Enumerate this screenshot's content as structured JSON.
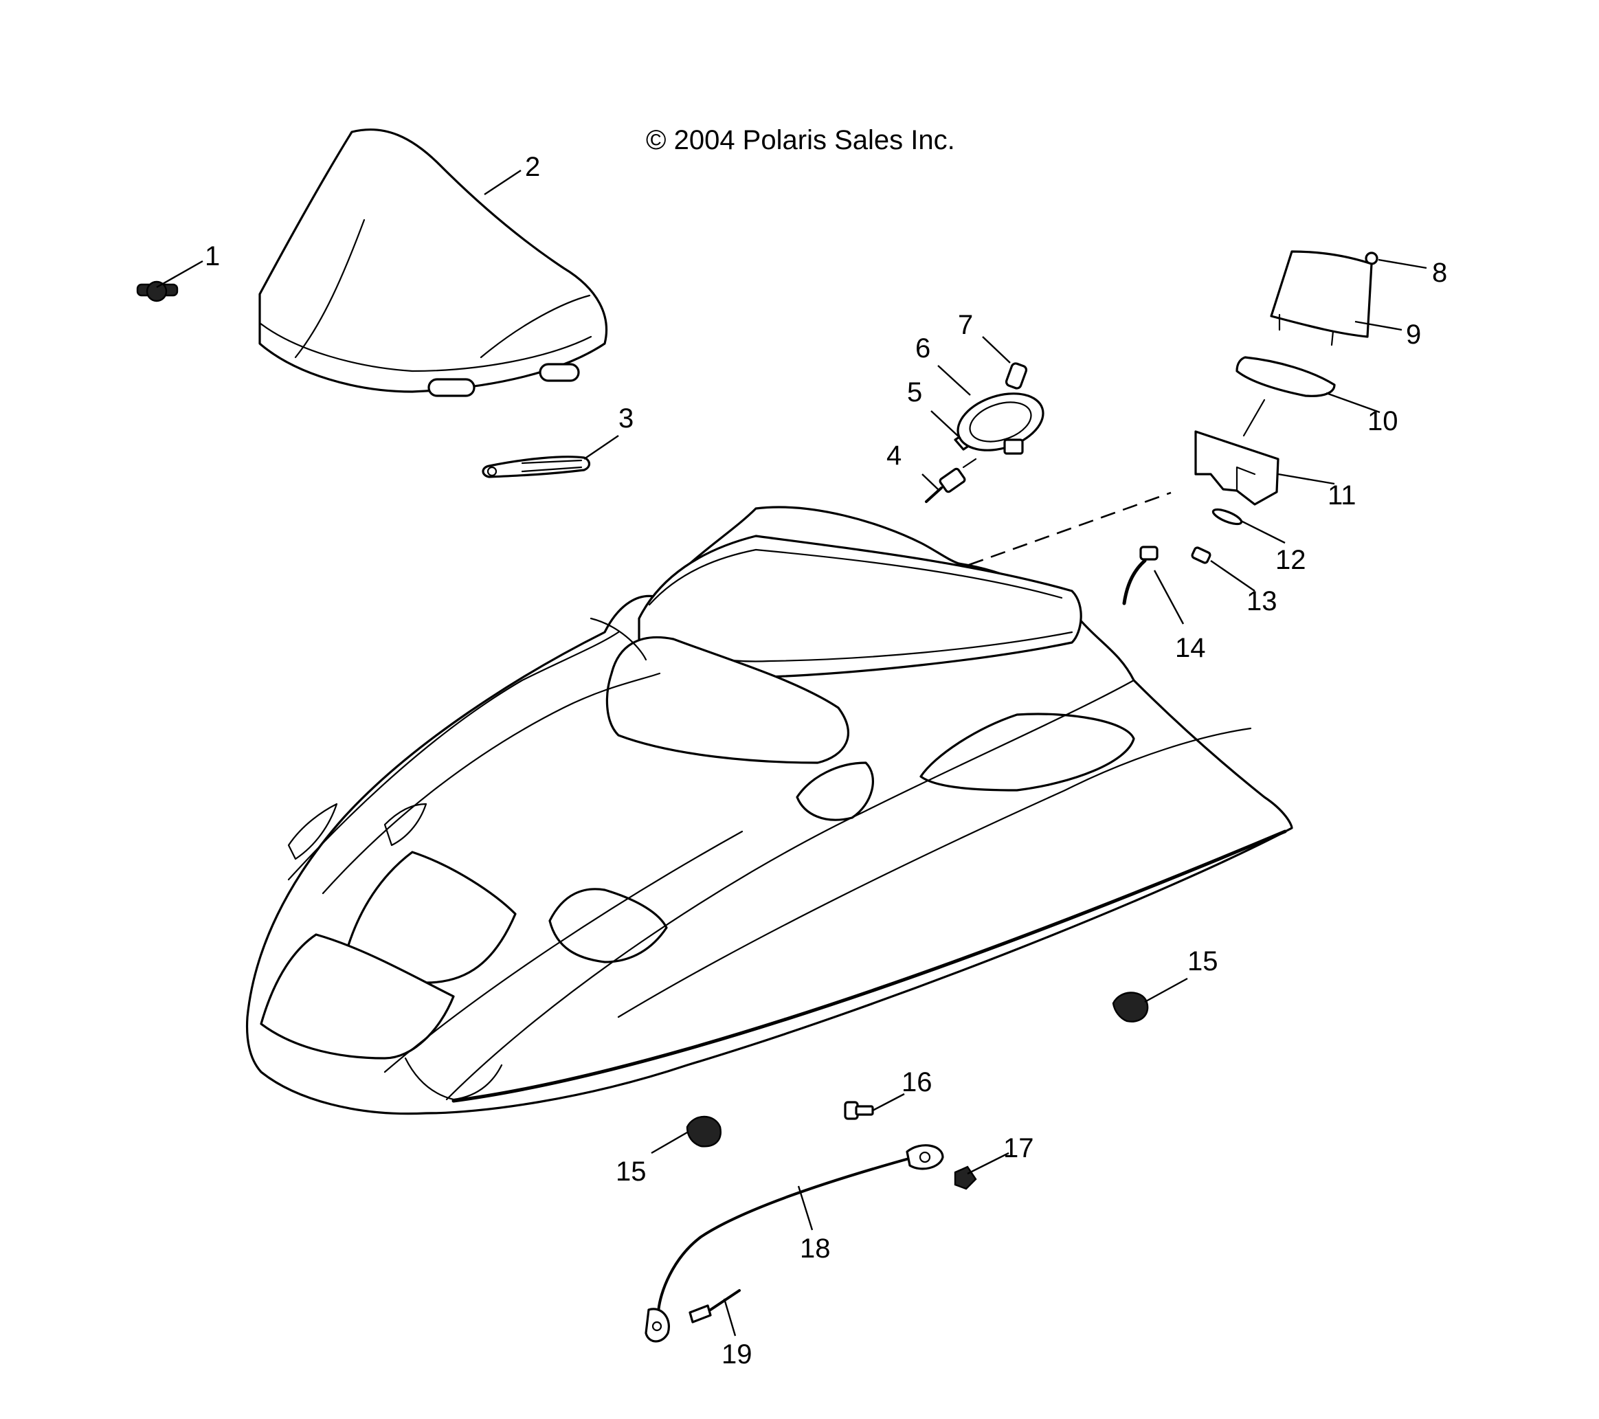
{
  "copyright": "© 2004 Polaris Sales Inc.",
  "callouts": [
    "1",
    "2",
    "3",
    "4",
    "5",
    "6",
    "7",
    "8",
    "9",
    "10",
    "11",
    "12",
    "13",
    "14",
    "15",
    "16",
    "17",
    "18",
    "19"
  ]
}
